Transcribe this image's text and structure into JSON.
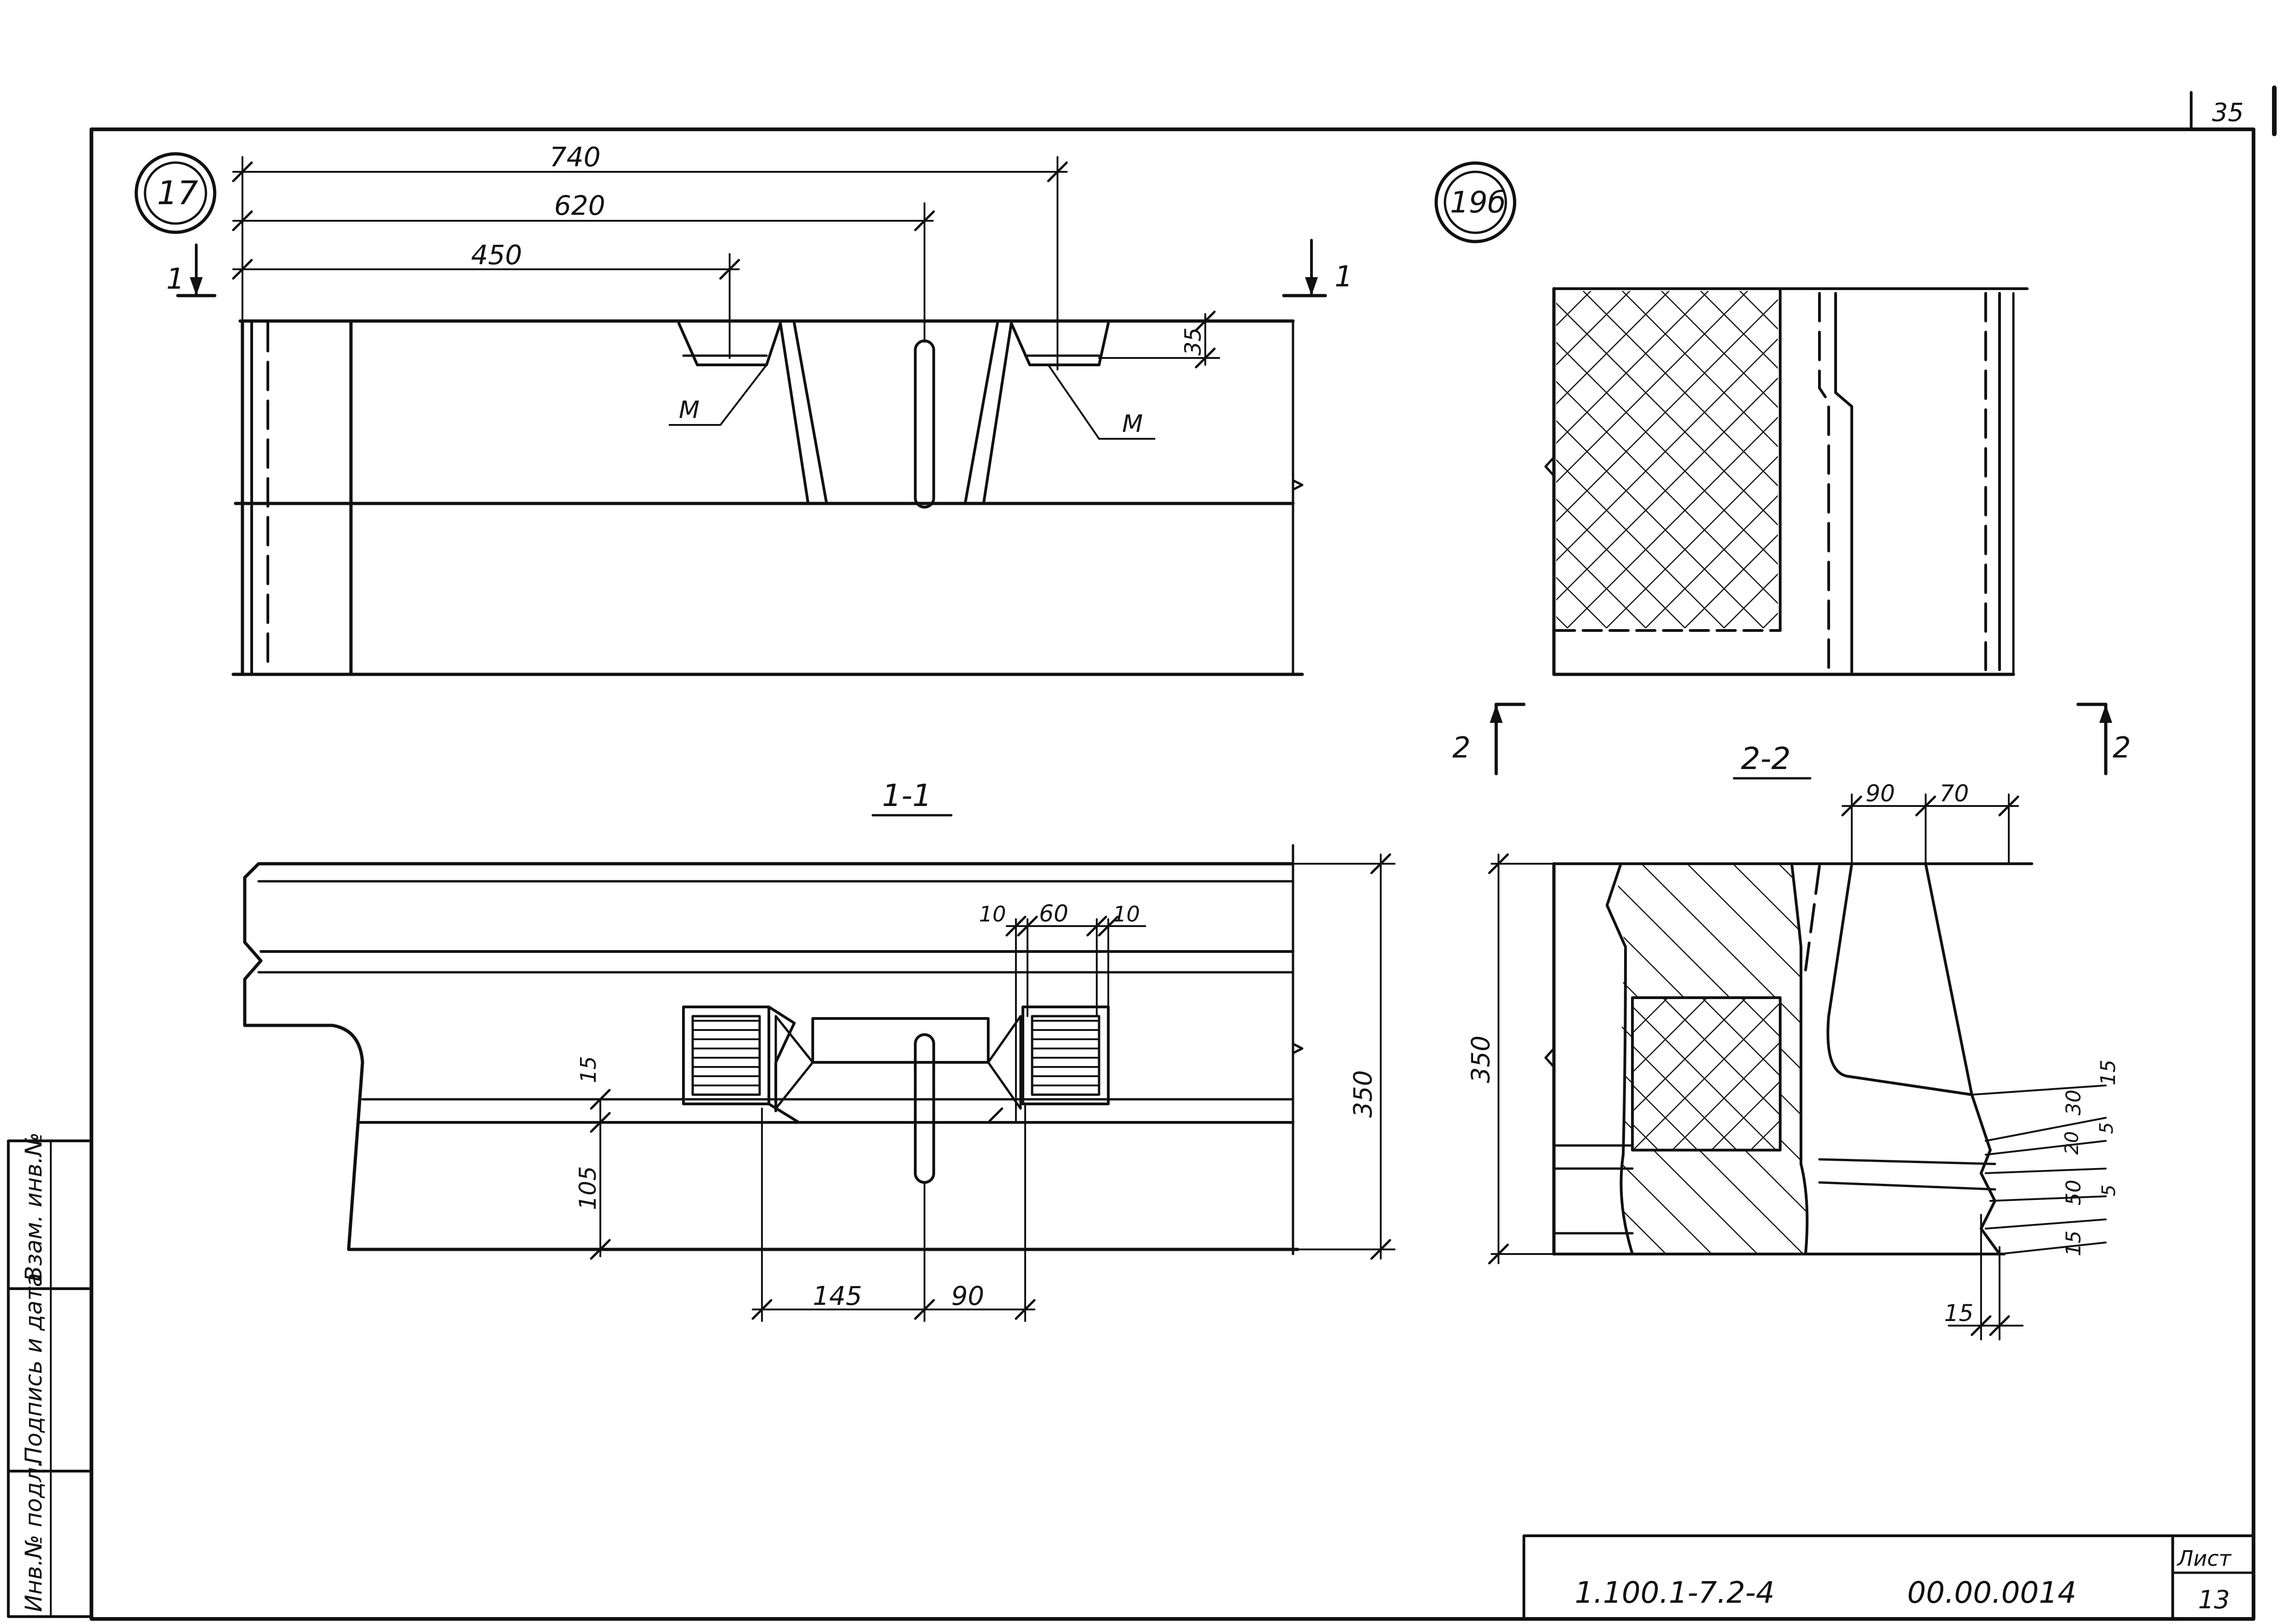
{
  "sheet": {
    "page_number": "35",
    "document_code": "1.100.1-7.2-4",
    "drawing_number": "00.00.0014",
    "sheet_label": "Лист",
    "sheet_number": "13"
  },
  "stamp_column": [
    "Инв.№ подл.",
    "Подпись и дата",
    "Взам. инв.№"
  ],
  "view_a": {
    "marker": "17",
    "dims": [
      "740",
      "620",
      "450",
      "35"
    ],
    "section_marker": "1",
    "labels": [
      "M",
      "M"
    ]
  },
  "section_1_1": {
    "title": "1-1",
    "dims_top": [
      "10",
      "60",
      "10"
    ],
    "dims_left": [
      "15",
      "105"
    ],
    "dims_right": "350",
    "dims_bottom": [
      "145",
      "90"
    ]
  },
  "view_b": {
    "marker": "19б",
    "section_marker": "2"
  },
  "section_2_2": {
    "title": "2-2",
    "dims_top": [
      "90",
      "70"
    ],
    "dims_left": "350",
    "dims_right": [
      "15",
      "30",
      "20",
      "5",
      "50",
      "5",
      "15"
    ],
    "dims_bottom": "15"
  }
}
